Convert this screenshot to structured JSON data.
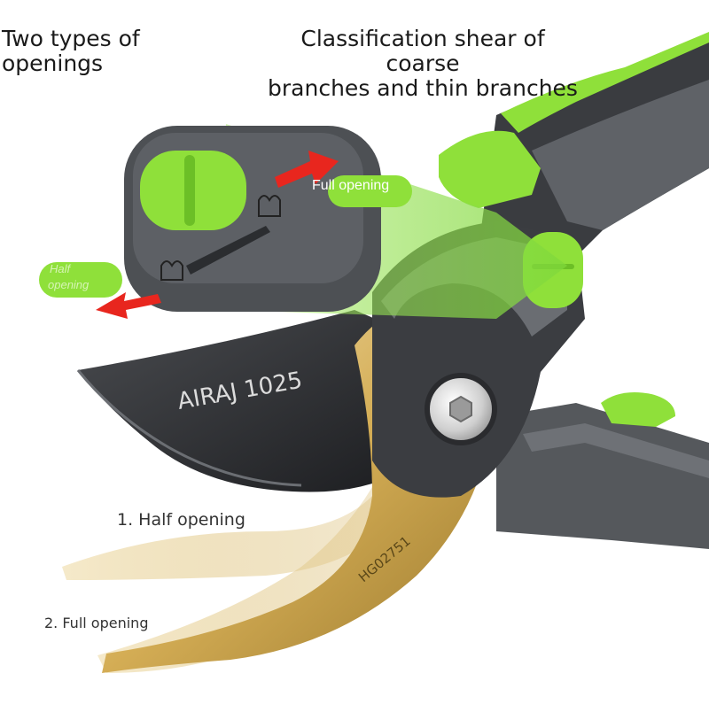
{
  "headline_left": [
    "Two types of",
    "openings"
  ],
  "headline_right": [
    "Classification shear of coarse",
    "branches and thin branches"
  ],
  "callout": {
    "full_label": "Full opening",
    "half_label": [
      "Half",
      "opening"
    ]
  },
  "blade_brand": "AIRAJ 1025",
  "blade_stamp": "HG02751",
  "captions": {
    "half": "1. Half opening",
    "full": "2. Full opening"
  },
  "colors": {
    "accent_green": "#8fe03a",
    "arrow_red": "#e8261e",
    "blade_dark": "#2b2d30",
    "blade_gold": "#c9a24a",
    "handle_gray": "#5a5d61"
  }
}
